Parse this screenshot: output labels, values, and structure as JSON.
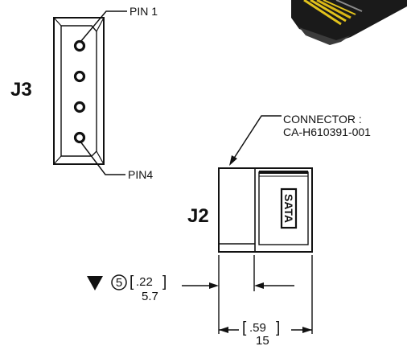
{
  "j3": {
    "ref": "J3",
    "callout_top": "PIN 1",
    "callout_bottom": "PIN4"
  },
  "j2": {
    "ref": "J2",
    "connector_line1": "CONNECTOR :",
    "connector_line2": "CA-H610391-001",
    "badge": "SATA"
  },
  "dim_small": {
    "note": "5",
    "inches": ".22",
    "mm": "5.7"
  },
  "dim_width": {
    "inches": ".59",
    "mm": "15"
  }
}
